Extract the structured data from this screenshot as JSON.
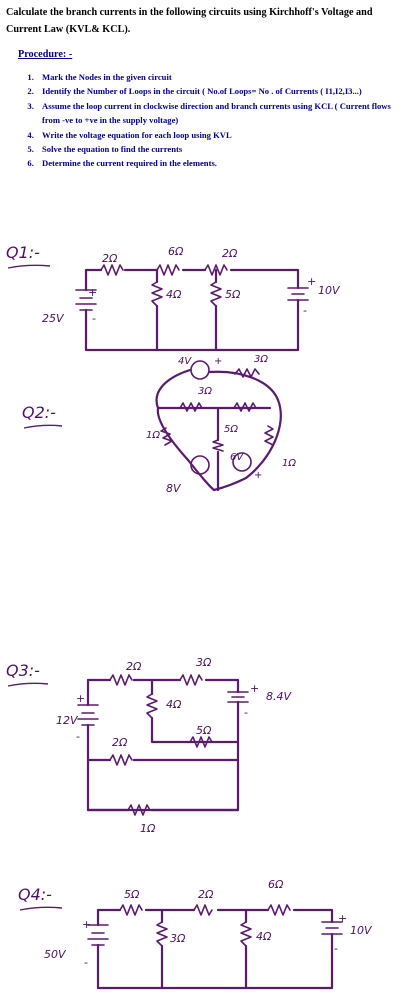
{
  "header": {
    "title": "Calculate the branch currents in the following circuits using Kirchhoff's Voltage and Current Law (KVL& KCL).",
    "procedure_heading": "Procedure: -",
    "steps": [
      "Mark the Nodes in the given circuit",
      "Identify the Number of Loops in the circuit ( No.of Loops= No . of Currents ( I1,I2,I3...)",
      "Assume the loop current in clockwise direction and branch currents using KCL ( Current flows from -ve to +ve in the supply voltage)",
      "Write the voltage equation for each loop using KVL",
      "Solve the equation to find the currents",
      "Determine the current required in the elements."
    ]
  },
  "colors": {
    "procedure_text": "#00008b",
    "ink": "#5a1a6e"
  },
  "q1": {
    "label": "Q1:-",
    "source_left": "25V",
    "source_right": "10V",
    "r_top1": "2Ω",
    "r_top2": "6Ω",
    "r_top3": "2Ω",
    "r_mid1": "4Ω",
    "r_mid2": "5Ω",
    "plus": "+",
    "minus": "-"
  },
  "q2": {
    "label": "Q2:-",
    "source_top": "4V",
    "source_left": "8V",
    "source_right": "6V",
    "r_outer_top": "3Ω",
    "r_inner_left": "3Ω",
    "r_left": "1Ω",
    "r_mid": "5Ω",
    "r_right": "1Ω",
    "plus": "+"
  },
  "q3": {
    "label": "Q3:-",
    "source_left": "12V",
    "source_right": "8.4V",
    "r_top1": "2Ω",
    "r_top2": "3Ω",
    "r_mid1": "4Ω",
    "r_mid_low1": "2Ω",
    "r_mid_low2": "5Ω",
    "r_bottom": "1Ω",
    "plus": "+",
    "minus": "-"
  },
  "q4": {
    "label": "Q4:-",
    "source_left": "50V",
    "source_right": "10V",
    "r_top1": "5Ω",
    "r_top2": "2Ω",
    "r_top3": "6Ω",
    "r_mid1": "3Ω",
    "r_mid2": "4Ω",
    "plus": "+",
    "minus": "-"
  }
}
